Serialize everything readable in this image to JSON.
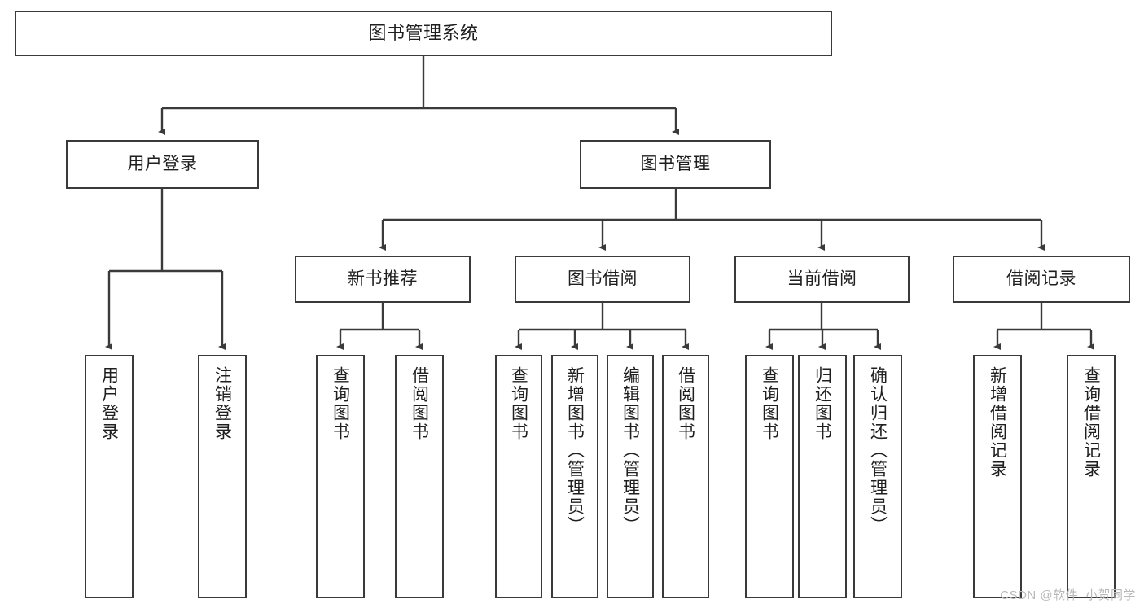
{
  "diagram": {
    "title": "图书管理系统",
    "type": "tree",
    "stroke_color": "#3a3a3a",
    "text_color": "#1f1f1f",
    "background_color": "#ffffff"
  },
  "nodes": {
    "root": {
      "label": "图书管理系统"
    },
    "level2": [
      {
        "id": "user-login",
        "label": "用户登录"
      },
      {
        "id": "book-management",
        "label": "图书管理"
      }
    ],
    "level3": [
      {
        "id": "new-book-recommend",
        "label": "新书推荐"
      },
      {
        "id": "book-borrow",
        "label": "图书借阅"
      },
      {
        "id": "current-borrow",
        "label": "当前借阅"
      },
      {
        "id": "borrow-record",
        "label": "借阅记录"
      }
    ],
    "leaves": {
      "user_login": [
        {
          "id": "leaf-user-login",
          "label": "用户登录"
        },
        {
          "id": "leaf-logout-login",
          "label": "注销登录"
        }
      ],
      "new_book_recommend": [
        {
          "id": "leaf-query-book-1",
          "label": "查询图书"
        },
        {
          "id": "leaf-borrow-book-1",
          "label": "借阅图书"
        }
      ],
      "book_borrow": [
        {
          "id": "leaf-query-book-2",
          "label": "查询图书"
        },
        {
          "id": "leaf-add-book-admin",
          "label": "新增图书（管理员）"
        },
        {
          "id": "leaf-edit-book-admin",
          "label": "编辑图书（管理员）"
        },
        {
          "id": "leaf-borrow-book-2",
          "label": "借阅图书"
        }
      ],
      "current_borrow": [
        {
          "id": "leaf-query-book-3",
          "label": "查询图书"
        },
        {
          "id": "leaf-return-book",
          "label": "归还图书"
        },
        {
          "id": "leaf-confirm-return-admin",
          "label": "确认归还（管理员）"
        }
      ],
      "borrow_record": [
        {
          "id": "leaf-add-borrow-record",
          "label": "新增借阅记录"
        },
        {
          "id": "leaf-query-borrow-record",
          "label": "查询借阅记录"
        }
      ]
    }
  },
  "watermark": {
    "text": "CSDN @软件_小贺同学"
  }
}
